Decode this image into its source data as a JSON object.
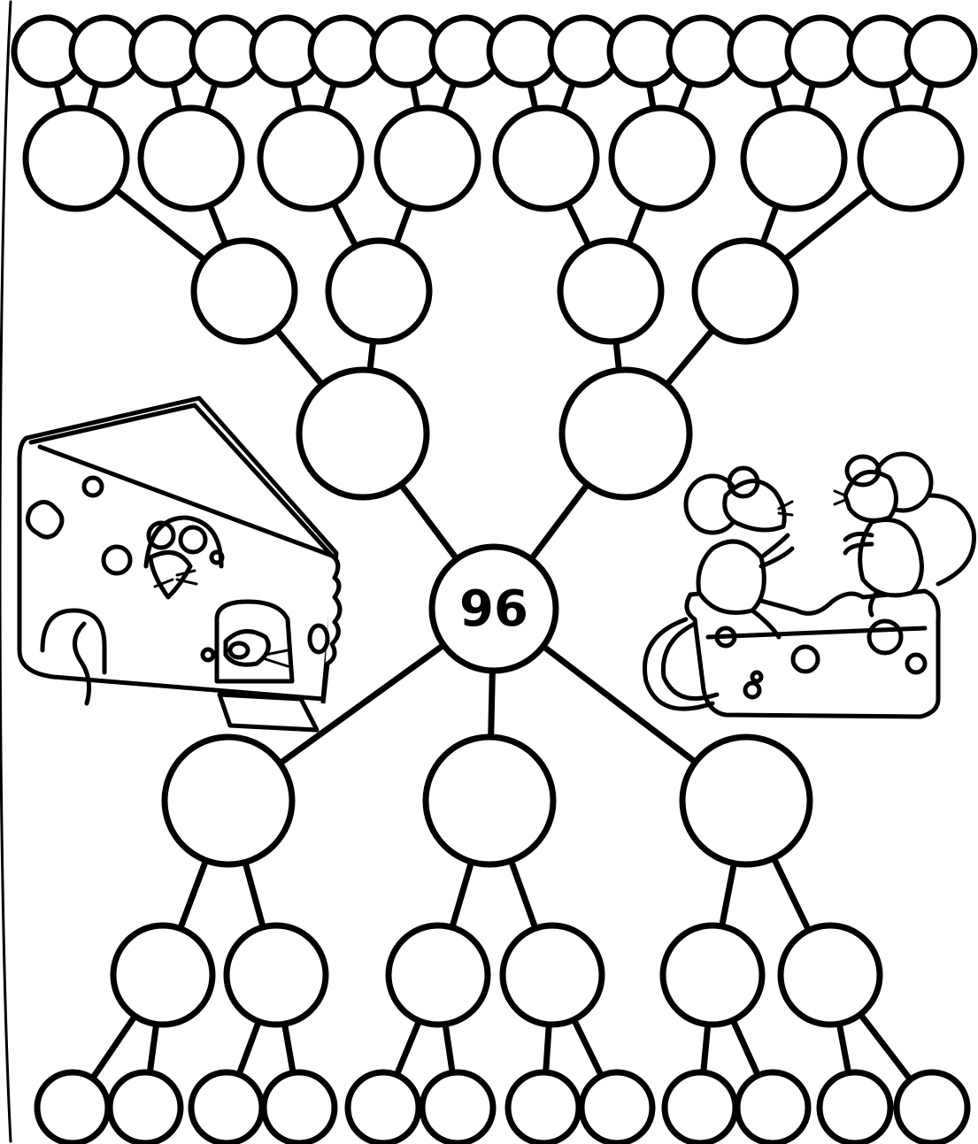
{
  "worksheet": {
    "root_value": "96",
    "blank_node_value": "",
    "illustrations": [
      "cheese-with-mice",
      "two-mice-on-cheese"
    ],
    "colors": {
      "ink": "#000000",
      "paper": "#ffffff"
    }
  }
}
